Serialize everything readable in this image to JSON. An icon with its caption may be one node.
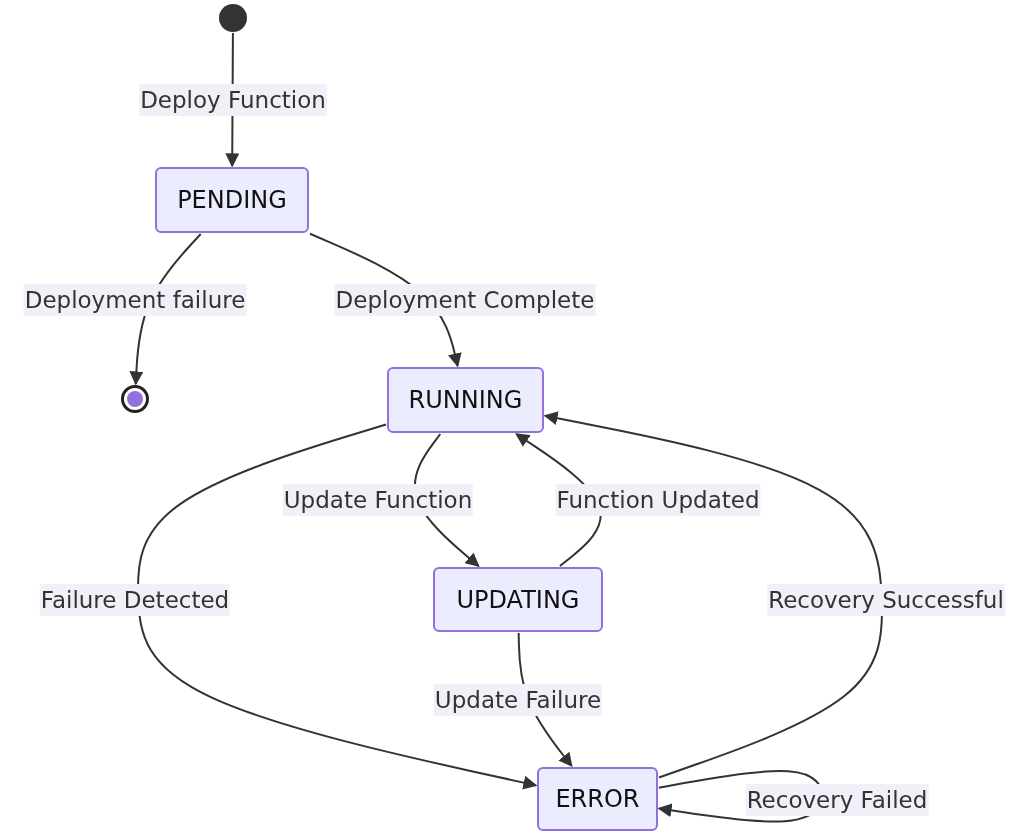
{
  "diagram": {
    "nodes": [
      {
        "text": [],
        "shape": "circle"
      },
      {
        "text": [
          "PENDING"
        ]
      },
      {
        "text": [],
        "shape": "circle"
      },
      {
        "text": [
          "RUNNING"
        ]
      },
      {
        "text": [
          "UPDATING"
        ]
      },
      {
        "text": [
          "ERROR"
        ]
      }
    ],
    "edges": [
      {
        "from": 0,
        "to": 1,
        "arrow": "to",
        "label": "Deploy Function"
      },
      {
        "from": 1,
        "to": 2,
        "arrow": "to",
        "label": "Deployment failure"
      },
      {
        "from": 1,
        "to": 3,
        "arrow": "to",
        "label": "Deployment Complete"
      },
      {
        "from": 3,
        "to": 4,
        "arrow": "to",
        "label": "Update Function"
      },
      {
        "from": 4,
        "to": 3,
        "arrow": "to",
        "label": "Function Updated"
      },
      {
        "from": 3,
        "to": 5,
        "arrow": "to",
        "label": "Failure Detected"
      },
      {
        "from": 5,
        "to": 3,
        "arrow": "to",
        "label": "Recovery Successful"
      },
      {
        "from": 4,
        "to": 5,
        "arrow": "to",
        "label": "Update Failure"
      },
      {
        "from": 5,
        "to": 5,
        "arrow": "to",
        "label": "Recovery Failed"
      }
    ]
  }
}
